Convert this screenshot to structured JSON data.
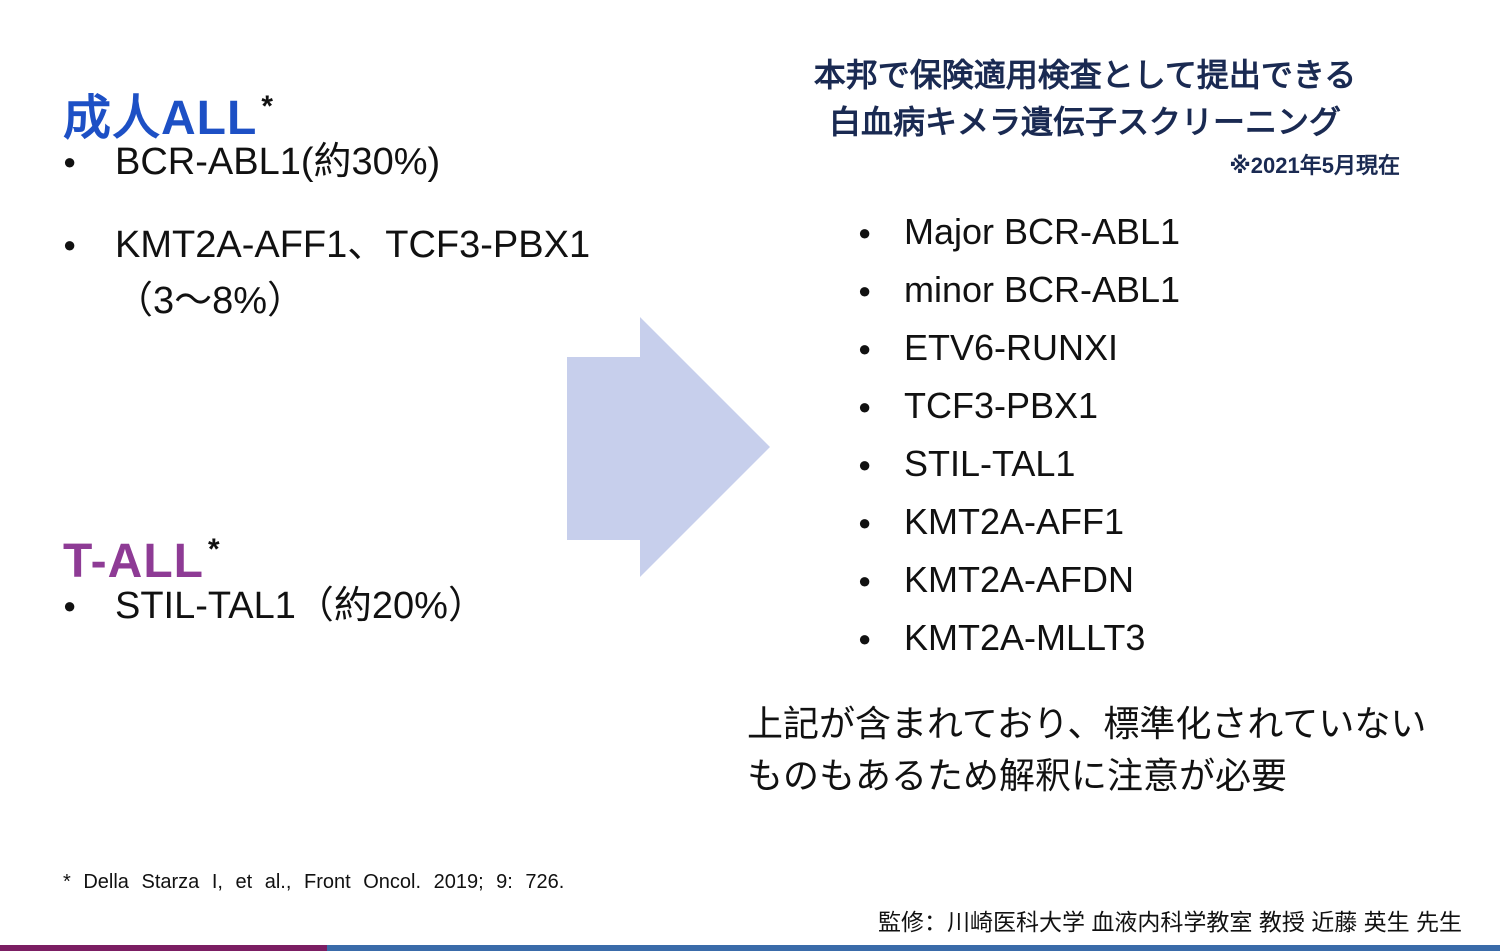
{
  "icons": {
    "bullet": "●"
  },
  "left": {
    "adult_title": "成人ALL",
    "asterisk": "*",
    "adult_bullets": {
      "0": {
        "text": "BCR-ABL1(約30%)"
      },
      "1": {
        "line1": "KMT2A-AFF1、TCF3-PBX1",
        "line2": "（3～8%）"
      }
    },
    "tall_title": "T-ALL",
    "tall_bullets": {
      "0": {
        "text": "STIL-TAL1（約20%）"
      }
    }
  },
  "right": {
    "title_line1": "本邦で保険適用検査として提出できる",
    "title_line2": "白血病キメラ遺伝子スクリーニング",
    "date_note": "※2021年5月現在",
    "genes": [
      "Major BCR-ABL1",
      "minor BCR-ABL1",
      "ETV6-RUNXI",
      "TCF3-PBX1",
      "STIL-TAL1",
      "KMT2A-AFF1",
      "KMT2A-AFDN",
      "KMT2A-MLLT3"
    ],
    "caution_line1": "上記が含まれており、標準化されていない",
    "caution_line2": "ものもあるため解釈に注意が必要"
  },
  "footer": {
    "reference": "* Della Starza I, et al., Front Oncol. 2019; 9: 726.",
    "supervisor": "監修：川崎医科大学 血液内科学教室 教授 近藤 英生 先生"
  },
  "colors": {
    "adult_heading": "#1d50c5",
    "tall_heading": "#8e3b95",
    "right_title_navy": "#1a2a52",
    "arrow_fill": "#c7cfec",
    "bar_purple": "#7b1e63",
    "bar_blue": "#3a6ba9"
  }
}
